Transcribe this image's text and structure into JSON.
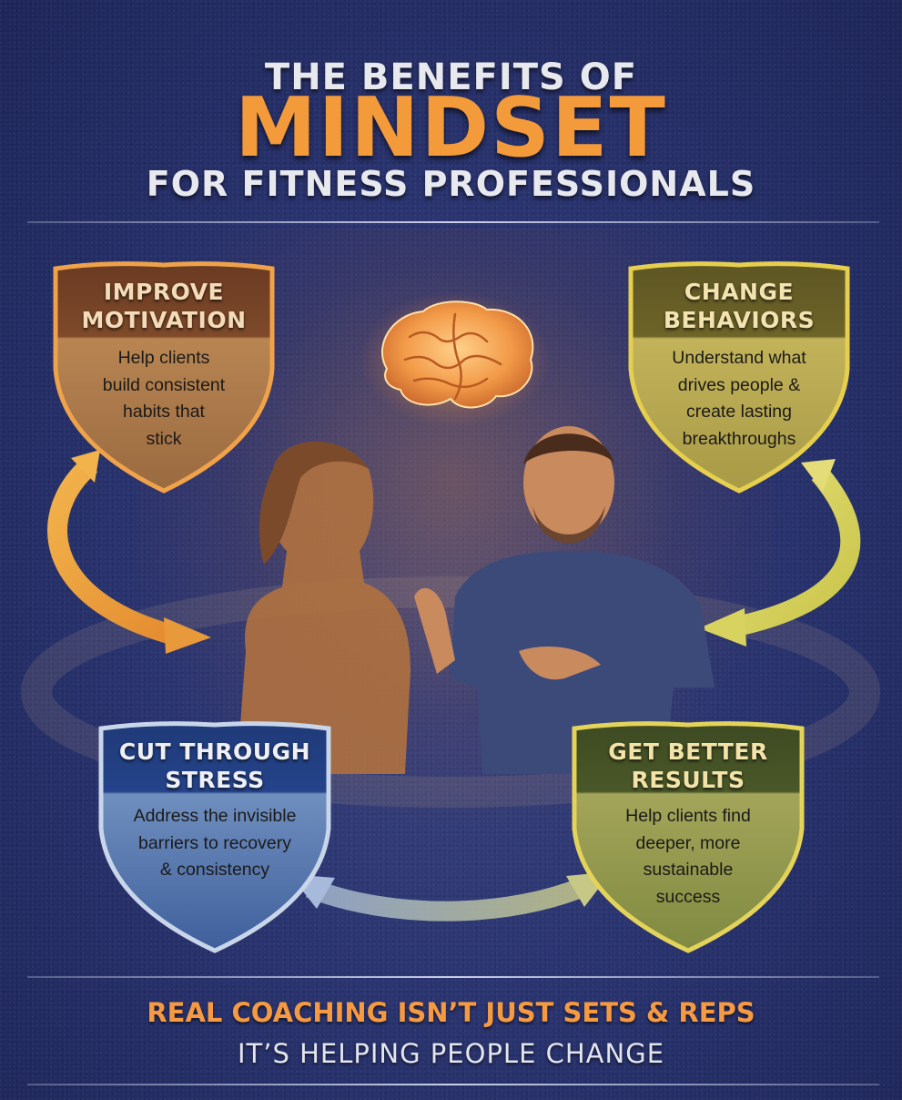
{
  "header": {
    "line1": "THE BENEFITS OF",
    "line2": "MINDSET",
    "line3": "FOR FITNESS PROFESSIONALS"
  },
  "center": {
    "illustration": "brain-icon",
    "people": "coach-and-client-illustration"
  },
  "benefits": [
    {
      "title_lines": [
        "IMPROVE",
        "MOTIVATION"
      ],
      "desc_lines": [
        "Help clients",
        "build consistent",
        "habits that",
        "stick"
      ],
      "color": "#e8913a",
      "position": "top-left"
    },
    {
      "title_lines": [
        "CHANGE",
        "BEHAVIORS"
      ],
      "desc_lines": [
        "Understand what",
        "drives people &",
        "create lasting",
        "breakthroughs"
      ],
      "color": "#d8c24a",
      "position": "top-right"
    },
    {
      "title_lines": [
        "CUT THROUGH",
        "STRESS"
      ],
      "desc_lines": [
        "Address the invisible",
        "barriers to recovery",
        "& consistency"
      ],
      "color": "#a9c0e0",
      "position": "bottom-left"
    },
    {
      "title_lines": [
        "GET BETTER",
        "RESULTS"
      ],
      "desc_lines": [
        "Help clients find",
        "deeper, more",
        "sustainable",
        "success"
      ],
      "color": "#d9cf5a",
      "position": "bottom-right"
    }
  ],
  "footer": {
    "line1": "REAL COACHING ISN’T JUST SETS & REPS",
    "line2": "IT’S HELPING PEOPLE CHANGE"
  },
  "colors": {
    "background": "#2a3470",
    "accent_orange": "#f39a3a",
    "title_white": "#e8e9ef"
  }
}
